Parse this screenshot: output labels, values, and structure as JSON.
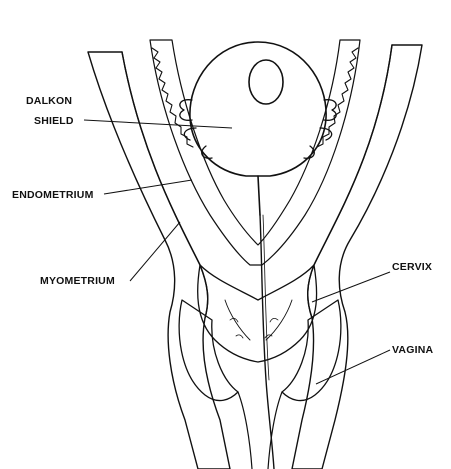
{
  "labels": {
    "dalkon_line1": "DALKON",
    "dalkon_line2": "SHIELD",
    "endometrium": "ENDOMETRIUM",
    "myometrium": "MYOMETRIUM",
    "cervix": "CERVIX",
    "vagina": "VAGINA"
  },
  "colors": {
    "ink": "#111111",
    "background": "#ffffff",
    "shade": "#bdbdbd"
  }
}
